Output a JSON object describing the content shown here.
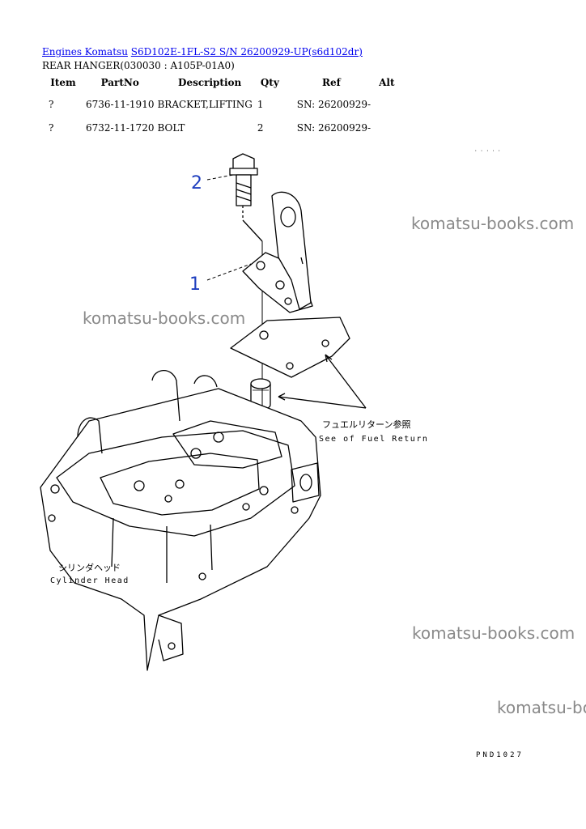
{
  "breadcrumb": {
    "link1": "Engines Komatsu",
    "link2": "S6D102E-1FL-S2 S/N 26200929-UP(s6d102dr)"
  },
  "subtitle": "REAR HANGER(030030 : A105P-01A0)",
  "table": {
    "headers": [
      "Item",
      "PartNo",
      "Description",
      "Qty",
      "Ref",
      "Alt"
    ],
    "rows": [
      {
        "item": "?",
        "partno": "6736-11-1910",
        "description": "BRACKET,LIFTING",
        "qty": "1",
        "ref": "SN: 26200929-",
        "alt": ""
      },
      {
        "item": "?",
        "partno": "6732-11-1720",
        "description": "BOLT",
        "qty": "2",
        "ref": "SN: 26200929-",
        "alt": ""
      }
    ]
  },
  "drawing": {
    "callout_2": "2",
    "callout_1": "1",
    "fuel_jp": "フュエルリターン参照",
    "fuel_en": "See of Fuel Return",
    "head_jp": "シリンダヘッド",
    "head_en": "Cylinder Head",
    "code": "PND1027",
    "callout_color": "#1f3fbf"
  },
  "watermark": "komatsu-books.com"
}
